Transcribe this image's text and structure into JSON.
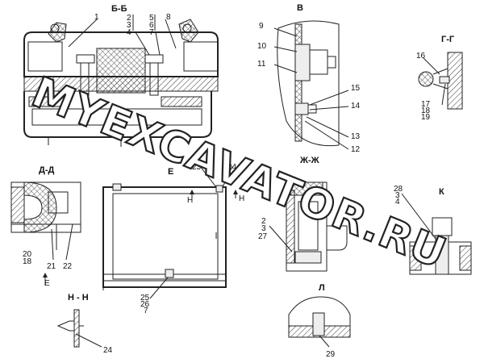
{
  "watermark": "MYEXCAVATOR.RU",
  "sections": {
    "bb": "Б-Б",
    "v": "В",
    "gg": "Г-Г",
    "dd": "Д-Д",
    "e": "Е",
    "zhzh": "Ж-Ж",
    "k": "К",
    "nn": "Н - Н",
    "l": "Л"
  },
  "callouts": {
    "n1": "1",
    "n2": "2",
    "n3": "3",
    "n4": "4",
    "n5": "5",
    "n6": "6",
    "n7": "7",
    "n8": "8",
    "n9": "9",
    "n10": "10",
    "n11": "11",
    "n15": "15",
    "n14": "14",
    "n13": "13",
    "n12": "12",
    "n16": "16",
    "n17": "17",
    "n18": "18",
    "n19": "19",
    "n20": "20",
    "n18b": "18",
    "n21": "21",
    "n22": "22",
    "n23": "23",
    "n24": "24",
    "n25": "25",
    "n26": "26",
    "n7b": "7",
    "n2b": "2",
    "n3b": "3",
    "n27": "27",
    "n28": "28",
    "n3c": "3",
    "n4b": "4",
    "n24b": "24",
    "n29": "29"
  },
  "view_marks": {
    "h1": "Н",
    "h2": "Н",
    "e_mark": "Е"
  }
}
